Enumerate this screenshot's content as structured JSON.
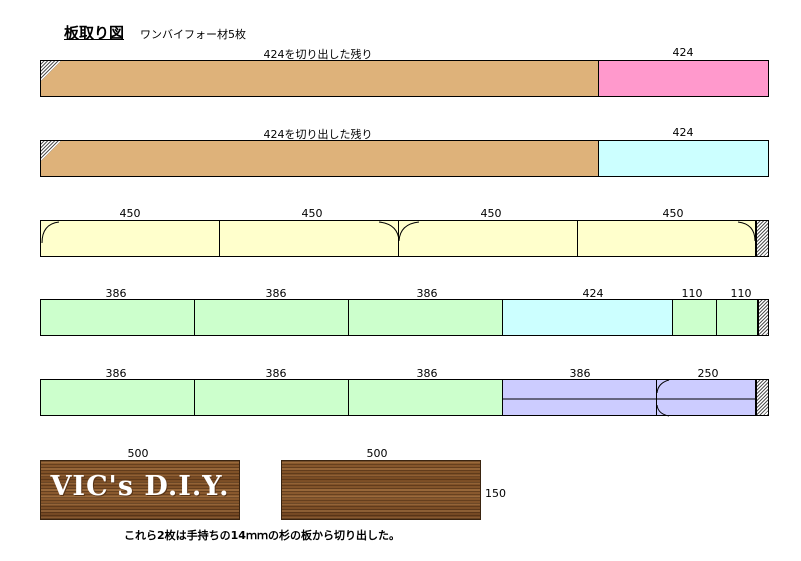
{
  "title": "板取り図",
  "subtitle": "ワンバイフォー材5枚",
  "colors": {
    "remainder": "#deb27a",
    "pink": "#ff99cc",
    "cyan": "#ccffff",
    "yellow": "#ffffcc",
    "green": "#ccffcc",
    "lavender": "#ccccff"
  },
  "row1": {
    "remainder_label": "424を切り出した残り",
    "piece_label": "424"
  },
  "row2": {
    "remainder_label": "424を切り出した残り",
    "piece_label": "424"
  },
  "row3": {
    "labels": [
      "450",
      "450",
      "450",
      "450"
    ]
  },
  "row4": {
    "labels": [
      "386",
      "386",
      "386",
      "424",
      "110",
      "110"
    ]
  },
  "row5": {
    "labels": [
      "386",
      "386",
      "386",
      "386",
      "250"
    ]
  },
  "boards": {
    "label1": "500",
    "label2": "500",
    "width_label": "150",
    "logo_text": "VIC's D.I.Y."
  },
  "note": "これら2枚は手持ちの14ｍｍの杉の板から切り出した。"
}
